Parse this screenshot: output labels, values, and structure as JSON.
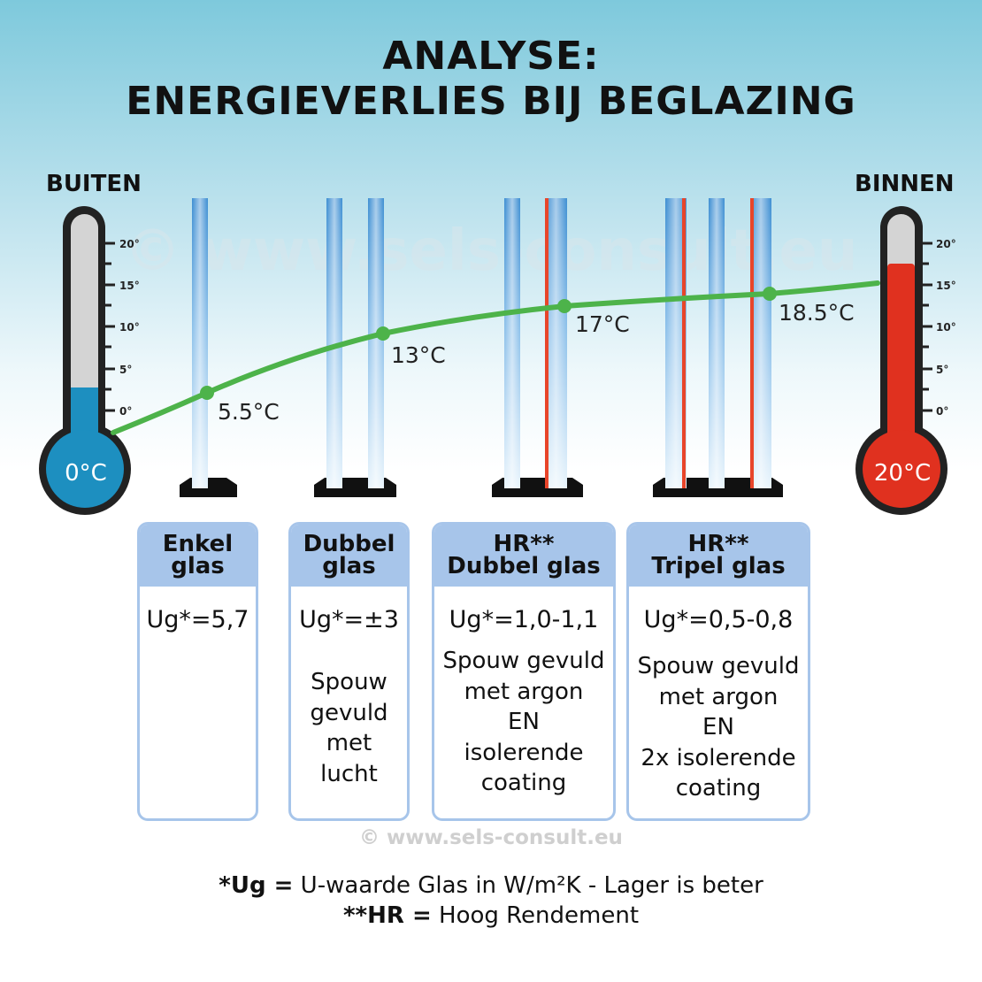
{
  "title": {
    "line1": "ANALYSE:",
    "line2": "ENERGIEVERLIES BIJ BEGLAZING"
  },
  "outside": {
    "label": "BUITEN",
    "reading": "0°C",
    "color": "#1d8fc0"
  },
  "inside": {
    "label": "BINNEN",
    "reading": "20°C",
    "color": "#e0311f"
  },
  "scale_ticks": [
    "20°",
    "15°",
    "10°",
    "5°",
    "0°"
  ],
  "temperatures": [
    "5.5°C",
    "13°C",
    "17°C",
    "18.5°C"
  ],
  "line_color": "#4db34a",
  "watermark": "© www.sels-consult.eu",
  "cards": [
    {
      "title": "Enkel\nglas",
      "ug": "Ug*=5,7",
      "desc": ""
    },
    {
      "title": "Dubbel\nglas",
      "ug": "Ug*=±3",
      "desc": "Spouw\ngevuld\nmet\nlucht"
    },
    {
      "title": "HR**\nDubbel glas",
      "ug": "Ug*=1,0-1,1",
      "desc": "Spouw gevuld\nmet argon\nEN\nisolerende\ncoating"
    },
    {
      "title": "HR**\nTripel glas",
      "ug": "Ug*=0,5-0,8",
      "desc": "Spouw gevuld\nmet argon\nEN\n2x isolerende\ncoating"
    }
  ],
  "footnotes": {
    "ug_key": "*Ug =",
    "ug_text": " U-waarde Glas in W/m²K - Lager is beter",
    "hr_key": "**HR =",
    "hr_text": " Hoog Rendement"
  }
}
